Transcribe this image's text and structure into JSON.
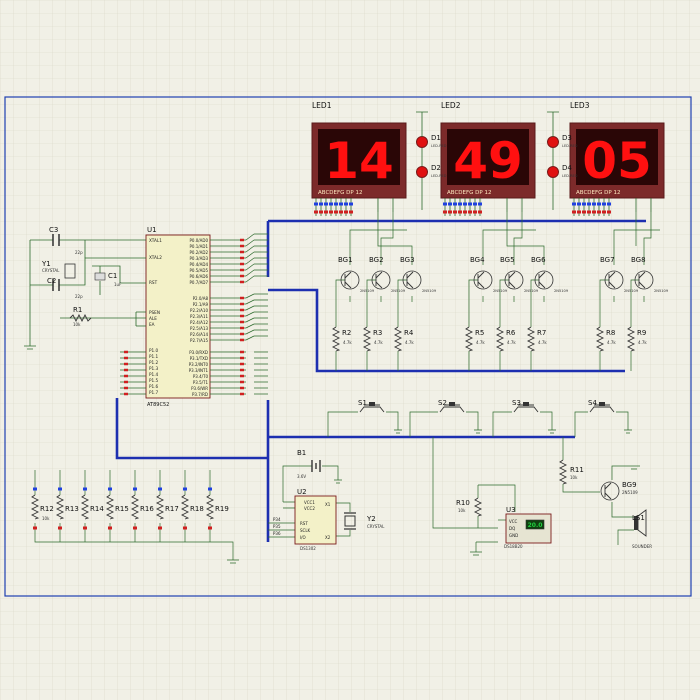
{
  "colors": {
    "background": "#f1f0e6",
    "grid": "#d9d7c6",
    "sheet_border": "#1f3fb0",
    "bus": "#1d2fb0",
    "wire": "#2c6a2c",
    "part_outline": "#7a1a1a",
    "part_fill": "#f3f1c8",
    "display_bg": "#7c2a2a",
    "display_window": "#2a0606",
    "segment_on": "#ff1010",
    "led_red": "#e01010",
    "pin_red": "#d02020",
    "pin_blue": "#2040e0",
    "lcd_green": "#20d040"
  },
  "displays": [
    {
      "ref": "LED1",
      "digits": "14",
      "pin_labels": "ABCDEFG DP     12"
    },
    {
      "ref": "LED2",
      "digits": "49",
      "pin_labels": "ABCDEFG DP     12"
    },
    {
      "ref": "LED3",
      "digits": "05",
      "pin_labels": "ABCDEFG DP     12"
    }
  ],
  "colon_leds": [
    {
      "ref": "D1",
      "value": "LED-RED"
    },
    {
      "ref": "D2",
      "value": "LED-RED"
    },
    {
      "ref": "D3",
      "value": "LED-RED"
    },
    {
      "ref": "D4",
      "value": "LED-RED"
    }
  ],
  "mcu": {
    "ref": "U1",
    "part": "AT89C52",
    "left_pins": [
      "XTAL1",
      "XTAL2",
      "RST",
      "PSEN",
      "ALE",
      "EA",
      "P1.0",
      "P1.1",
      "P1.2",
      "P1.3",
      "P1.4",
      "P1.5",
      "P1.6",
      "P1.7"
    ],
    "right_pins": [
      "P0.0/AD0",
      "P0.1/AD1",
      "P0.2/AD2",
      "P0.3/AD3",
      "P0.4/AD4",
      "P0.5/AD5",
      "P0.6/AD6",
      "P0.7/AD7",
      "P2.0/A8",
      "P2.1/A9",
      "P2.2/A10",
      "P2.3/A11",
      "P2.4/A12",
      "P2.5/A13",
      "P2.6/A14",
      "P2.7/A15",
      "P3.0/RXD",
      "P3.1/TXD",
      "P3.2/INT0",
      "P3.3/INT1",
      "P3.4/T0",
      "P3.5/T1",
      "P3.6/WR",
      "P3.7/RD"
    ]
  },
  "oscillator": {
    "c3": "C3",
    "c3_value": "22p",
    "c2": "C2",
    "c2_value": "22p",
    "y1": "Y1",
    "y1_value": "CRYSTAL",
    "c1": "C1",
    "c1_value": "1uF",
    "r1": "R1",
    "r1_value": "10k"
  },
  "transistors": [
    {
      "ref": "BG1",
      "part": "2N5109"
    },
    {
      "ref": "BG2",
      "part": "2N5109"
    },
    {
      "ref": "BG3",
      "part": "2N5109"
    },
    {
      "ref": "BG4",
      "part": "2N5109"
    },
    {
      "ref": "BG5",
      "part": "2N5109"
    },
    {
      "ref": "BG6",
      "part": "2N5109"
    },
    {
      "ref": "BG7",
      "part": "2N5109"
    },
    {
      "ref": "BG8",
      "part": "2N5109"
    }
  ],
  "base_resistors": [
    {
      "ref": "R2",
      "value": "4.7k"
    },
    {
      "ref": "R3",
      "value": "4.7k"
    },
    {
      "ref": "R4",
      "value": "4.7k"
    },
    {
      "ref": "R5",
      "value": "4.7k"
    },
    {
      "ref": "R6",
      "value": "4.7k"
    },
    {
      "ref": "R7",
      "value": "4.7k"
    },
    {
      "ref": "R8",
      "value": "4.7k"
    },
    {
      "ref": "R9",
      "value": "4.7k"
    }
  ],
  "switches": [
    "S1",
    "S2",
    "S3",
    "S4"
  ],
  "pullups": [
    "R12",
    "R13",
    "R14",
    "R15",
    "R16",
    "R17",
    "R18",
    "R19"
  ],
  "pullup_value": "10k",
  "rtc": {
    "ref": "U2",
    "part": "DS1302",
    "left_pins": [
      "P34",
      "P35",
      "P36"
    ],
    "pins_inner_left": [
      "RST",
      "SCLK",
      "I/O"
    ],
    "pins_inner_top": [
      "VCC1",
      "VCC2"
    ],
    "pins_inner_right": [
      "X1",
      "X2"
    ],
    "battery_ref": "B1",
    "battery_value": "3.6V",
    "crystal_ref": "Y2",
    "crystal_value": "CRYSTAL"
  },
  "sensor": {
    "ref": "U3",
    "part": "DS18B20",
    "readout": "20.0",
    "pins": [
      "VCC",
      "DQ",
      "GND"
    ],
    "resistor_ref": "R10",
    "resistor_value": "10k"
  },
  "buzzer": {
    "transistor_ref": "BG9",
    "transistor_part": "2N5109",
    "resistor_ref": "R11",
    "resistor_value": "10k",
    "speaker_ref": "LS1",
    "speaker_value": "SOUNDER"
  }
}
